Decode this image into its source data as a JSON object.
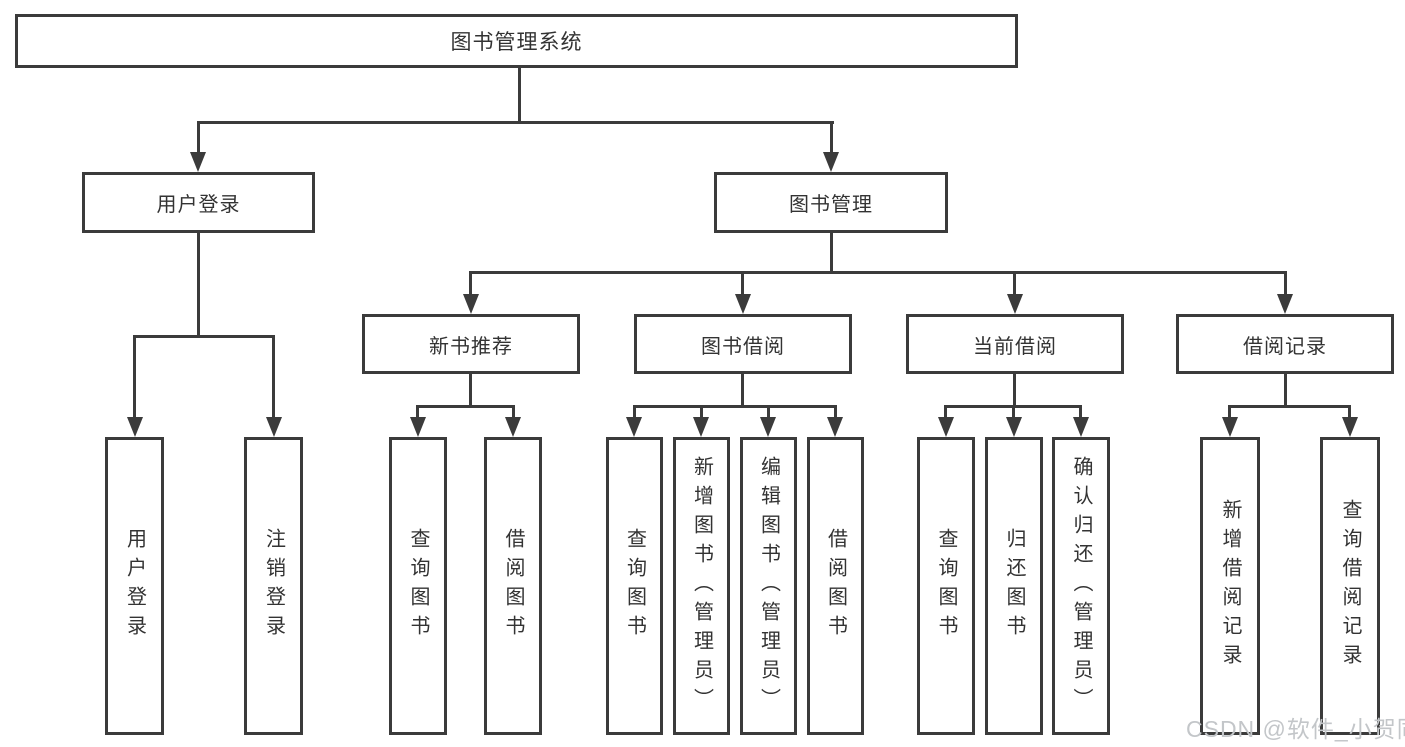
{
  "colors": {
    "line": "#3b3b3b",
    "text": "#333333",
    "watermark": "#c3c6c9",
    "background": "#ffffff"
  },
  "tree": {
    "root": "图书管理系统",
    "user": {
      "label": "用户登录",
      "children": [
        "用户登录",
        "注销登录"
      ]
    },
    "mgmt": {
      "label": "图书管理",
      "groups": [
        {
          "label": "新书推荐",
          "children": [
            "查询图书",
            "借阅图书"
          ]
        },
        {
          "label": "图书借阅",
          "children": [
            "查询图书",
            "新增图书（管理员）",
            "编辑图书（管理员）",
            "借阅图书"
          ]
        },
        {
          "label": "当前借阅",
          "children": [
            "查询图书",
            "归还图书",
            "确认归还（管理员）"
          ]
        },
        {
          "label": "借阅记录",
          "children": [
            "新增借阅记录",
            "查询借阅记录"
          ]
        }
      ]
    }
  },
  "watermark": "CSDN @软件_小贺同学"
}
